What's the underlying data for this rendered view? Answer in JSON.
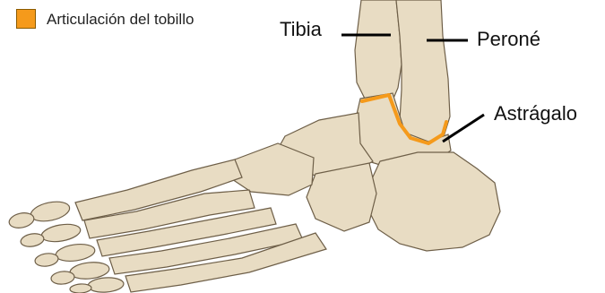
{
  "legend": {
    "label": "Articulación del tobillo",
    "color": "#f59a1b"
  },
  "labels": {
    "tibia": "Tibia",
    "perone": "Peroné",
    "astragalo": "Astrágalo"
  },
  "colors": {
    "bone_fill": "#e8dcc3",
    "bone_shade": "#d2c2a1",
    "bone_outline": "#6e5f48",
    "leader_line": "#000000"
  }
}
